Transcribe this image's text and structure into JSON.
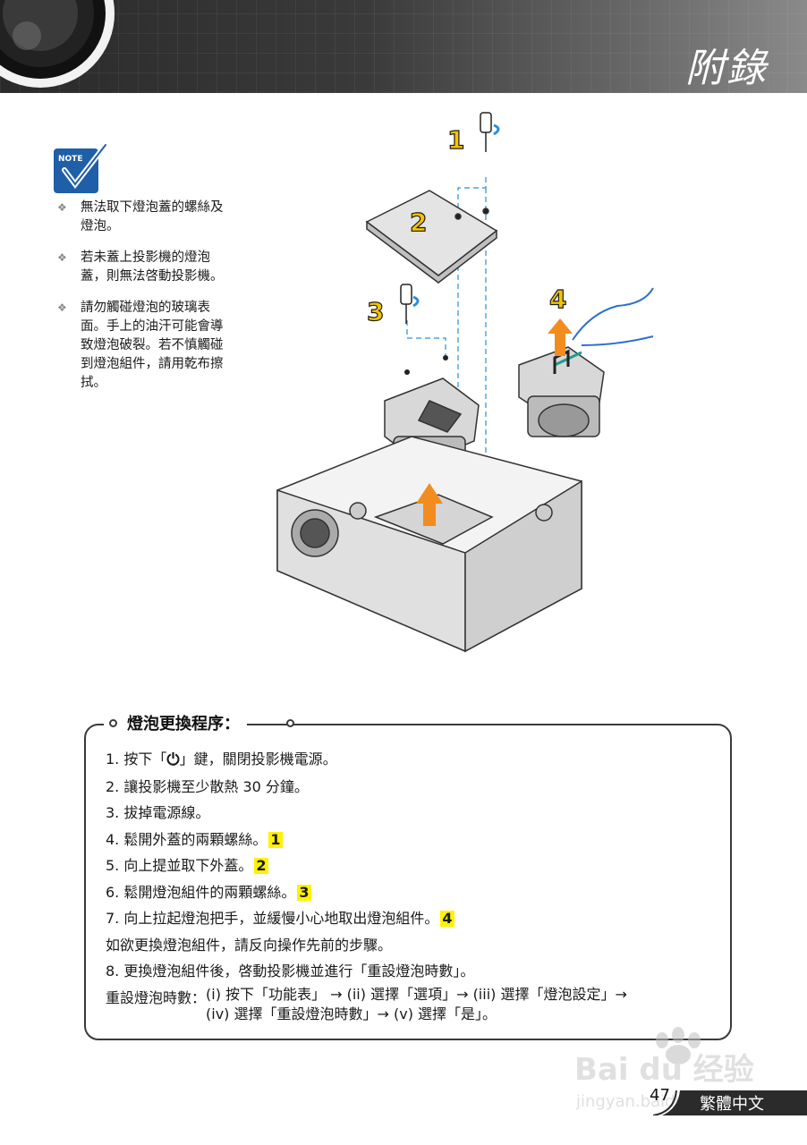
{
  "header": {
    "title": "附錄"
  },
  "notes": [
    "無法取下燈泡蓋的螺絲及燈泡。",
    "若未蓋上投影機的燈泡蓋，則無法啓動投影機。",
    "請勿觸碰燈泡的玻璃表面。手上的油汗可能會導致燈泡破裂。若不慎觸碰到燈泡組件，請用乾布擦拭。"
  ],
  "note_icon_text": "NOTE",
  "figure": {
    "labels": [
      "1",
      "2",
      "3",
      "4"
    ]
  },
  "procedure": {
    "title": "燈泡更換程序：",
    "steps": [
      {
        "pre": "1. 按下「",
        "glyph": "⏻",
        "post": "」鍵，關閉投影機電源。"
      },
      {
        "text": "2. 讓投影機至少散熱 30 分鐘。"
      },
      {
        "text": "3. 拔掉電源線。"
      },
      {
        "text": "4. 鬆開外蓋的兩顆螺絲。",
        "badge": "1"
      },
      {
        "text": "5. 向上提並取下外蓋。",
        "badge": "2"
      },
      {
        "text": "6. 鬆開燈泡組件的兩顆螺絲。",
        "badge": "3"
      },
      {
        "text": "7. 向上拉起燈泡把手，並緩慢小心地取出燈泡組件。",
        "badge": "4"
      }
    ],
    "reverse_note": "如欲更換燈泡組件，請反向操作先前的步驟。",
    "step8": "8. 更換燈泡組件後，啓動投影機並進行「重設燈泡時數」。",
    "reset_label": "重設燈泡時數：",
    "reset_line1": "(i) 按下「功能表」 → (ii) 選擇「選項」→ (iii) 選擇「燈泡設定」→",
    "reset_line2": "(iv) 選擇「重設燈泡時數」→ (v) 選擇「是」。"
  },
  "footer": {
    "page": "47",
    "language": "繁體中文"
  },
  "watermark": {
    "line1": "Bai du 经验",
    "line2": "jingyan.baidu.com"
  }
}
